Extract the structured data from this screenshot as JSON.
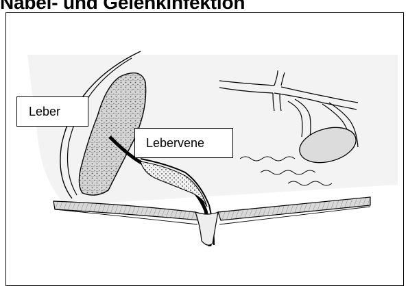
{
  "page": {
    "heading": "Nabel- und Gelenkinfektion"
  },
  "figure": {
    "labels": {
      "liver": "Leber",
      "hepatic_vein": "Lebervene"
    },
    "colors": {
      "ink": "#000000",
      "shading": "#e9e9e9",
      "liver_fill": "#d8d8d8",
      "organ_fill": "#dcdcdc",
      "frame_border": "#000000"
    }
  }
}
